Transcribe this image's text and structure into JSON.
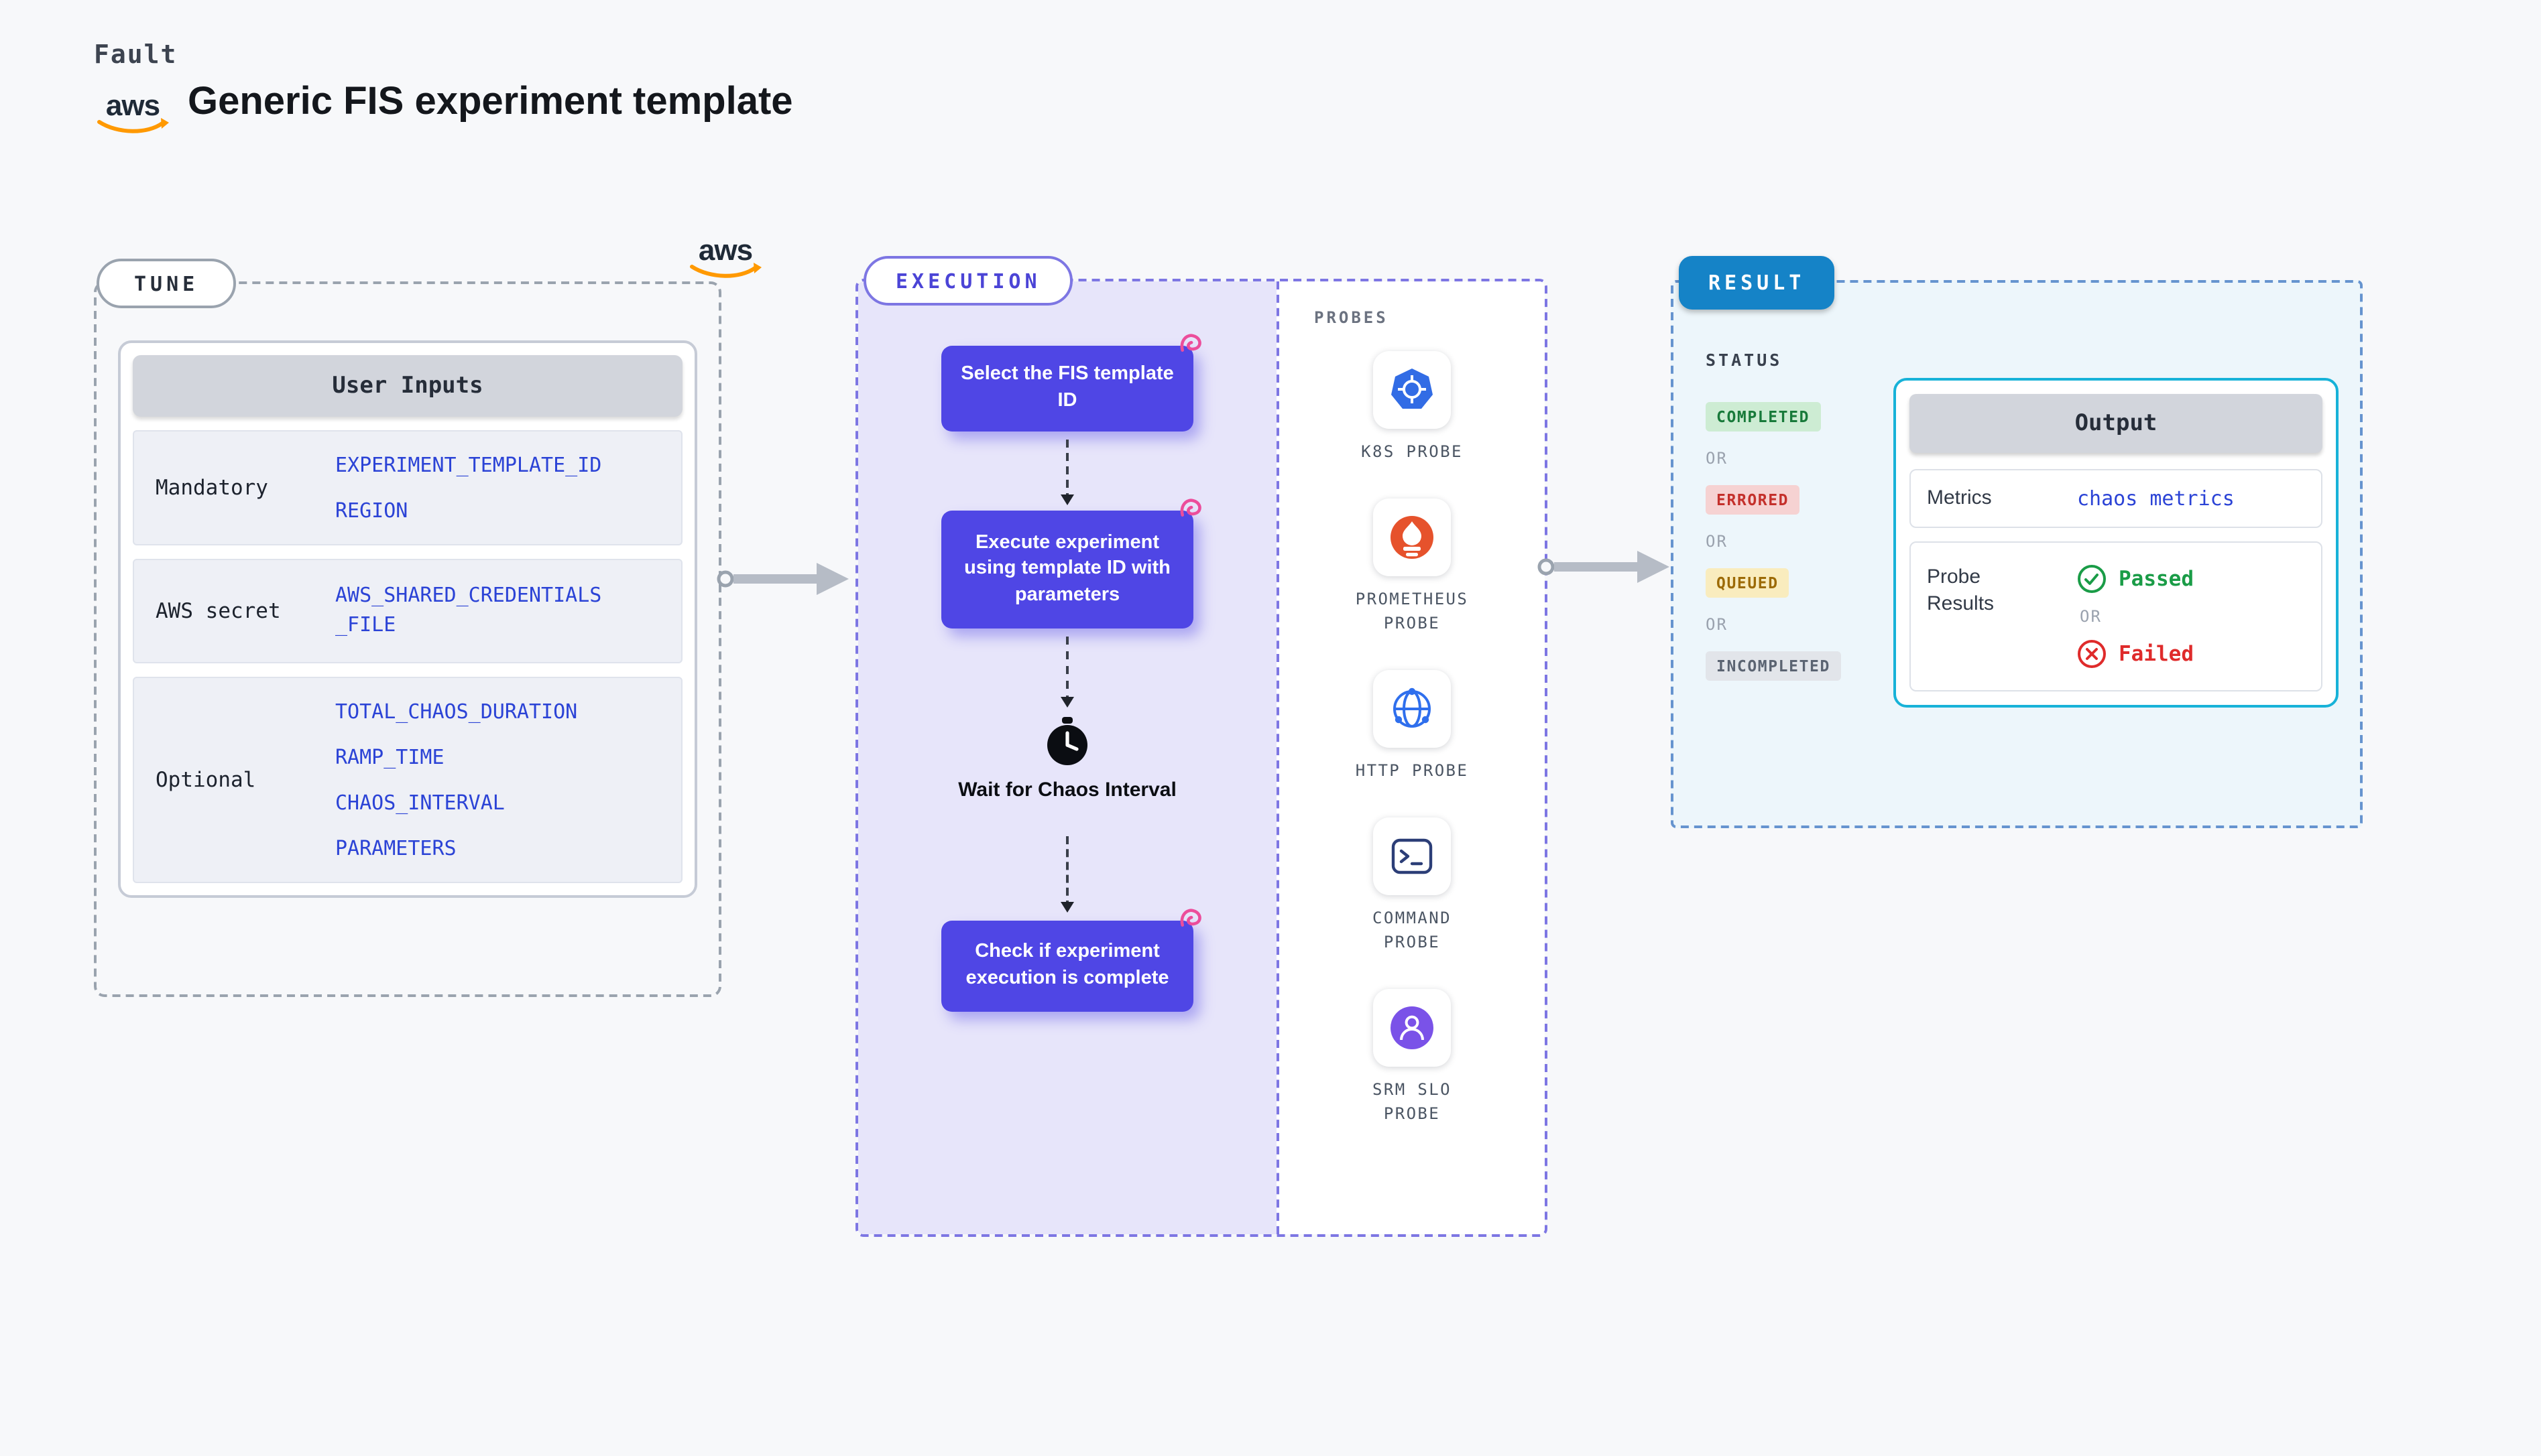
{
  "colors": {
    "background": "#f7f8fa",
    "accent_purple": "#4f46e5",
    "execution_panel": "#e7e5fa",
    "execution_border": "#7d76e3",
    "result_pill_blue": "#1583c7",
    "result_fill": "#edf6fb",
    "output_cyan": "#17b2d8",
    "value_blue": "#2b43d6",
    "aws_orange": "#FF9900",
    "passed_green": "#1a9c47",
    "failed_red": "#df2b2b",
    "chaos_doodle_pink": "#ec4d9b"
  },
  "header": {
    "brand": "Fault",
    "title": "Generic FIS experiment template",
    "aws_wordmark": "aws"
  },
  "tune": {
    "label": "TUNE",
    "aws_wordmark": "aws",
    "table": {
      "header": "User Inputs",
      "rows": [
        {
          "label": "Mandatory",
          "values": [
            "EXPERIMENT_TEMPLATE_ID",
            "REGION"
          ]
        },
        {
          "label": "AWS secret",
          "values": [
            "AWS_SHARED_CREDENTIALS_FILE"
          ]
        },
        {
          "label": "Optional",
          "values": [
            "TOTAL_CHAOS_DURATION",
            "RAMP_TIME",
            "CHAOS_INTERVAL",
            "PARAMETERS"
          ]
        }
      ]
    }
  },
  "execution": {
    "label": "EXECUTION",
    "steps": {
      "step1": "Select the FIS template ID",
      "step2": "Execute experiment using template ID with parameters",
      "wait": "Wait for Chaos Interval",
      "step3": "Check if experiment execution is complete"
    },
    "probes": {
      "label": "PROBES",
      "items": [
        {
          "name": "K8S PROBE",
          "icon": "kubernetes-icon"
        },
        {
          "name": "PROMETHEUS PROBE",
          "icon": "prometheus-icon"
        },
        {
          "name": "HTTP PROBE",
          "icon": "http-globe-icon"
        },
        {
          "name": "COMMAND PROBE",
          "icon": "command-terminal-icon"
        },
        {
          "name": "SRM SLO PROBE",
          "icon": "srm-slo-icon"
        }
      ]
    }
  },
  "result": {
    "label": "RESULT",
    "status": {
      "label": "STATUS",
      "or": "OR",
      "badges": [
        {
          "text": "COMPLETED",
          "tone": "green"
        },
        {
          "text": "ERRORED",
          "tone": "red"
        },
        {
          "text": "QUEUED",
          "tone": "yellow"
        },
        {
          "text": "INCOMPLETED",
          "tone": "gray"
        }
      ]
    },
    "output": {
      "header": "Output",
      "metrics_label": "Metrics",
      "metrics_value": "chaos metrics",
      "probe_results_label": "Probe Results",
      "passed": "Passed",
      "or": "OR",
      "failed": "Failed"
    }
  }
}
